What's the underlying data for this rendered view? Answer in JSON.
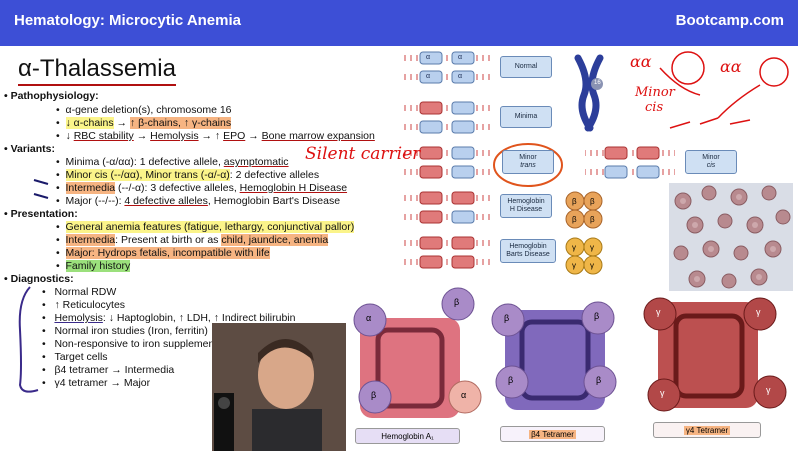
{
  "header": {
    "title": "Hematology: Microcytic Anemia",
    "brand": "Bootcamp.com"
  },
  "slide_title": "α-Thalassemia",
  "sections": {
    "patho": "Pathophysiology:",
    "patho_1": "α-gene deletion(s), chromosome 16",
    "patho_2a": "↓ α-chains",
    "patho_2b": " → ",
    "patho_2c": "↑ β-chains, ↑ γ-chains",
    "patho_3a": "↓ ",
    "patho_3b": "RBC stability",
    "patho_3c": " → ",
    "patho_3d": "Hemolysis",
    "patho_3e": " → ↑ ",
    "patho_3f": "EPO",
    "patho_3g": " → ",
    "patho_3h": "Bone marrow expansion",
    "variants": "Variants:",
    "var_1a": "Minima (-α/αα): 1 defective allele, ",
    "var_1b": "asymptomatic",
    "var_2a": "Minor cis (--/αα), Minor trans (-α/-α)",
    "var_2b": ": 2 defective alleles",
    "var_3a": "Intermedia",
    "var_3b": " (--/-α): 3 defective alleles, ",
    "var_3c": "Hemoglobin H Disease",
    "var_4a": "Major (--/--): ",
    "var_4b": "4 defective alleles",
    "var_4c": ", Hemoglobin Bart's Disease",
    "presentation": "Presentation:",
    "pres_1": "General anemia features (fatigue, lethargy, conjunctival pallor)",
    "pres_2a": "Intermedia",
    "pres_2b": ": Present at birth or as ",
    "pres_2c": "child, jaundice, anemia",
    "pres_3": "Major: Hydrops fetalis, incompatible with life",
    "pres_4": "Family history",
    "diagnostics": "Diagnostics:",
    "dx_1": "Normal RDW",
    "dx_2": "↑ Reticulocytes",
    "dx_3a": "Hemolysis",
    "dx_3b": ": ↓ Haptoglobin, ↑ LDH, ↑ Indirect bilirubin",
    "dx_4": "Normal iron studies (Iron, ferritin)",
    "dx_5": "Non-responsive to iron supplementation",
    "dx_6": "Target cells",
    "dx_7": "β4 tetramer → Intermedia",
    "dx_8": "γ4 tetramer → Major"
  },
  "gene_labels": {
    "normal": "Normal",
    "minima": "Minima",
    "minor_trans_1": "Minor",
    "minor_trans_2": "trans",
    "minor_cis_1": "Minor",
    "minor_cis_2": "cis",
    "hbh_1": "Hemoglobin",
    "hbh_2": "H Disease",
    "barts_1": "Hemoglobin",
    "barts_2": "Barts Disease",
    "alpha": "α",
    "beta": "β",
    "gamma": "γ",
    "chromosome": "16"
  },
  "handwriting": {
    "silent_carrier": "Silent carrier",
    "aa1": "αα",
    "aa2": "αα",
    "minor_cis_1": "Minor",
    "minor_cis_2": "cis"
  },
  "tetramers": {
    "hba": "Hemoglobin A₁",
    "b4": "β4 Tetramer",
    "g4": "γ4 Tetramer"
  }
}
